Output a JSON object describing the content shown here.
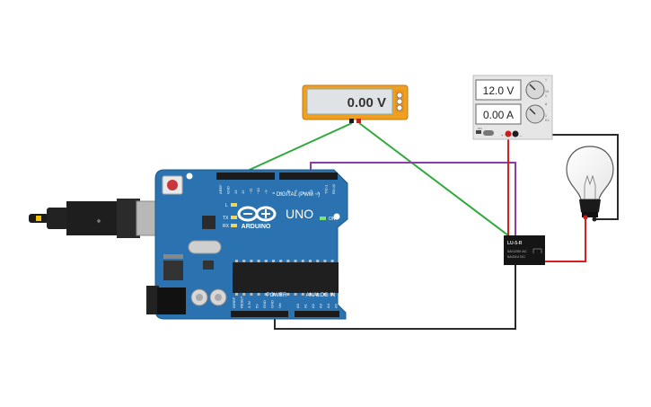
{
  "multimeter": {
    "reading": "0.00 V"
  },
  "power_supply": {
    "voltage": "12.0 V",
    "current": "0.00 A",
    "voltage_knob_labels": [
      "V",
      "10",
      "1"
    ],
    "current_knob_labels": [
      "A",
      "1",
      "0.1"
    ],
    "terminal_labels": [
      "–",
      "+"
    ],
    "on_led": "ON"
  },
  "arduino": {
    "model": "UNO",
    "brand": "ARDUINO",
    "digital_header_pins": [
      "AREF",
      "GND",
      "13",
      "12",
      "~11",
      "~10",
      "~9",
      "8",
      "7",
      "~6",
      "~5",
      "4",
      "~3",
      "2",
      "TX▷1",
      "RX◁0"
    ],
    "digital_label": "DIGITAL (PWM ~)",
    "power_label": "POWER",
    "power_pins": [
      "IOREF",
      "RESET",
      "3.3V",
      "5V",
      "GND",
      "GND",
      "Vin"
    ],
    "analog_label": "ANALOG IN",
    "analog_pins": [
      "A0",
      "A1",
      "A2",
      "A3",
      "A4",
      "A5"
    ],
    "led_labels": [
      "L",
      "TX",
      "RX"
    ],
    "on_label": "ON"
  },
  "relay": {
    "part": "LU-5-R",
    "spec_line1": "5A/125V AC",
    "spec_line2": "5A/24V DC"
  },
  "colors": {
    "wire_green": "#2eaa3a",
    "wire_purple": "#8a3fa8",
    "wire_red": "#d81e1e",
    "wire_black": "#2a2a2a",
    "board_blue": "#2a73b0",
    "multimeter_orange": "#f0a020"
  }
}
